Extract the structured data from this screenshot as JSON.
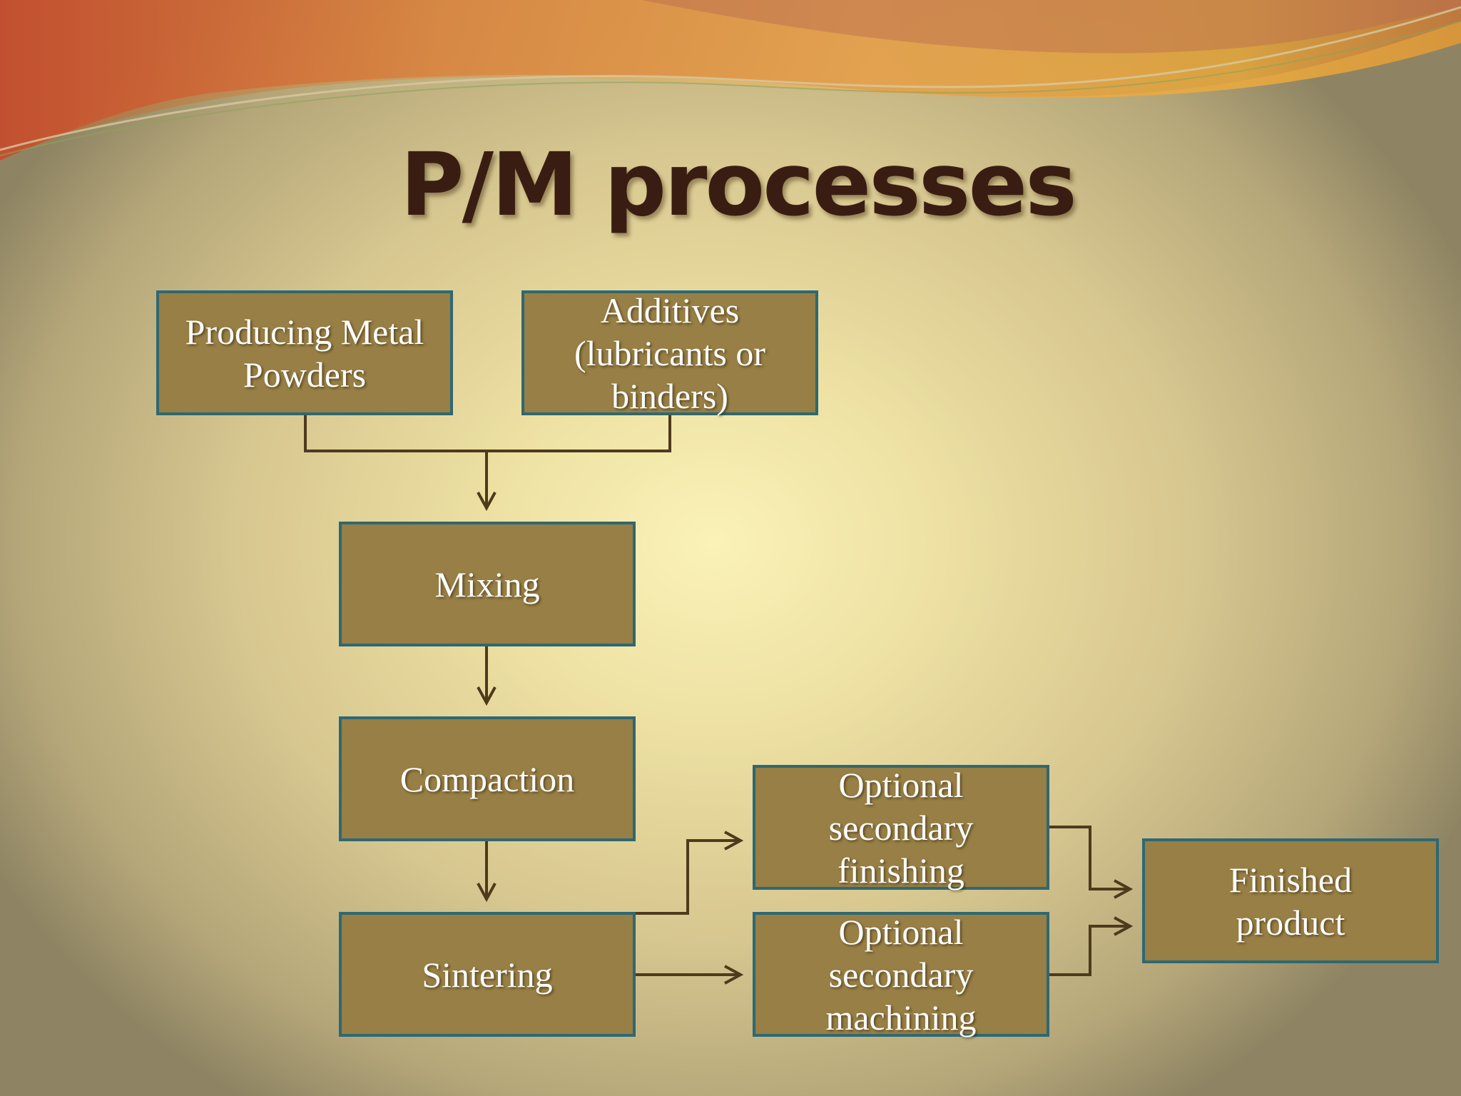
{
  "slide": {
    "title": "P/M processes"
  },
  "diagram": {
    "nodes": {
      "producing_metal_powders": "Producing Metal Powders",
      "additives": "Additives (lubricants or binders)",
      "mixing": "Mixing",
      "compaction": "Compaction",
      "sintering": "Sintering",
      "optional_secondary_finishing": "Optional secondary finishing",
      "optional_secondary_machining": "Optional secondary machining",
      "finished_product": "Finished product"
    },
    "edges": [
      {
        "from": "producing_metal_powders",
        "to": "mixing"
      },
      {
        "from": "additives",
        "to": "mixing"
      },
      {
        "from": "mixing",
        "to": "compaction"
      },
      {
        "from": "compaction",
        "to": "sintering"
      },
      {
        "from": "sintering",
        "to": "optional_secondary_finishing"
      },
      {
        "from": "sintering",
        "to": "optional_secondary_machining"
      },
      {
        "from": "optional_secondary_finishing",
        "to": "finished_product"
      },
      {
        "from": "optional_secondary_machining",
        "to": "finished_product"
      }
    ]
  },
  "colors": {
    "box_fill": "#977f45",
    "box_border": "#2e6873",
    "connector": "#4e3a1c",
    "title": "#3a1d12"
  }
}
